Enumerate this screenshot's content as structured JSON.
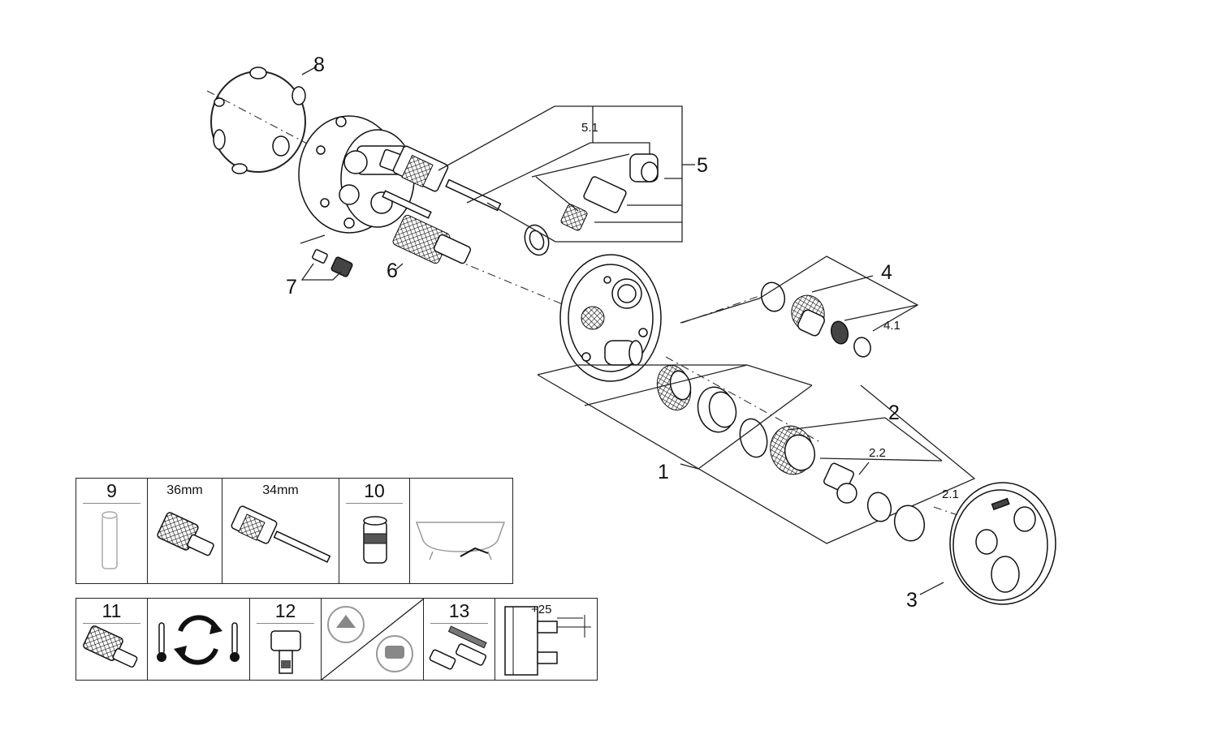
{
  "callouts": {
    "c1": "1",
    "c2": "2",
    "c2_1": "2.1",
    "c2_2": "2.2",
    "c3": "3",
    "c4": "4",
    "c4_1": "4.1",
    "c5": "5",
    "c5_1": "5.1",
    "c6": "6",
    "c7": "7",
    "c8": "8"
  },
  "table_top": {
    "cells": [
      {
        "label": "9"
      },
      {
        "label": "36mm"
      },
      {
        "label": "34mm"
      },
      {
        "label": "10"
      },
      {
        "label": ""
      }
    ]
  },
  "table_bottom": {
    "cells": [
      {
        "label": "11"
      },
      {
        "label": ""
      },
      {
        "label": "12"
      },
      {
        "label": ""
      },
      {
        "label": "13"
      },
      {
        "label": "+25"
      }
    ]
  }
}
